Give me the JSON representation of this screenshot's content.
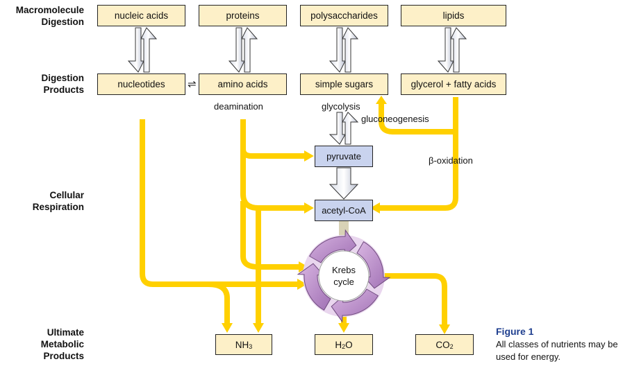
{
  "row_labels": {
    "digestion": [
      "Macromolecule",
      "Digestion"
    ],
    "products": [
      "Digestion",
      "Products"
    ],
    "respiration": [
      "Cellular",
      "Respiration"
    ],
    "ultimate": [
      "Ultimate",
      "Metabolic",
      "Products"
    ]
  },
  "macromolecules": [
    "nucleic acids",
    "proteins",
    "polysaccharides",
    "lipids"
  ],
  "digestion_products": [
    "nucleotides",
    "amino acids",
    "simple sugars",
    "glycerol + fatty acids"
  ],
  "equilibrium_symbol": "⇌",
  "processes": {
    "deamination": "deamination",
    "glycolysis": "glycolysis",
    "gluconeogenesis": "gluconeogenesis",
    "beta_oxidation": "β-oxidation"
  },
  "intermediates": {
    "pyruvate": "pyruvate",
    "acetyl_coa": "acetyl-CoA"
  },
  "krebs": [
    "Krebs",
    "cycle"
  ],
  "final_products": {
    "nh3": {
      "base": "NH",
      "sub": "3"
    },
    "h2o": {
      "base": "H",
      "sub": "2",
      "tail": "O"
    },
    "co2": {
      "base": "CO",
      "sub": "2"
    }
  },
  "figure": {
    "title": "Figure 1",
    "caption": "All classes of nutrients may be used for energy."
  },
  "colors": {
    "yellow_flow": "#ffd000",
    "box_fill": "#fdf0c8",
    "purple_box": "#c9d3ee",
    "krebs_arrow": "#b98cc6",
    "figure_title": "#1f3f8f"
  }
}
